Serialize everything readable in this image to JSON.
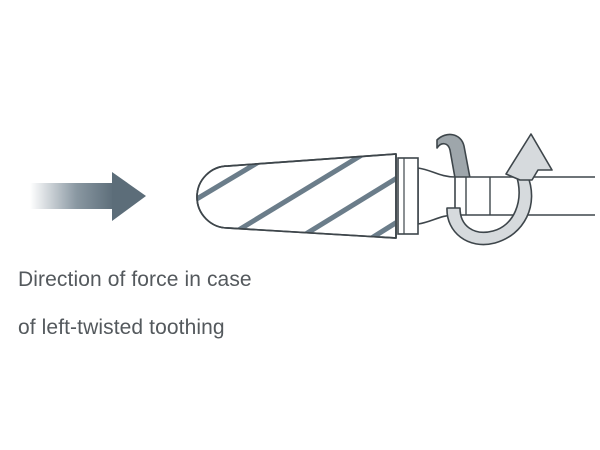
{
  "caption": {
    "line1": "Direction of force in case",
    "line2": "of left-twisted toothing"
  },
  "colors": {
    "outline": "#3e464b",
    "flute": "#6b7d8a",
    "arrow_dark": "#5c6d79",
    "arrow_light": "#ffffff",
    "twist_band": "#d6dadd",
    "twist_band_back": "#9ea6ab",
    "text": "#54595d"
  },
  "icons": {
    "force_arrow": "arrow-right-gradient",
    "rotation_arrow": "curved-rotation-arrow",
    "tool": "conical-burr-cutter"
  }
}
